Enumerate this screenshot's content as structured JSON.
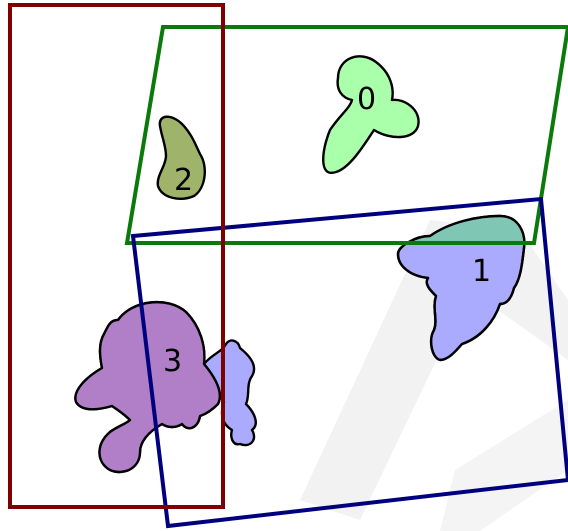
{
  "labels": {
    "shape_0": "0",
    "shape_1": "1",
    "shape_2": "2",
    "shape_3": "3"
  },
  "colors": {
    "green_box": "#0a7a0a",
    "navy_box": "#00007f",
    "maroon_box": "#7f0000",
    "shape_0_fill": "#aaffaa",
    "shape_1_fill": "#aaaaff",
    "shape_1_overlap": "#7fc6b4",
    "shape_2_fill": "#9fb46a",
    "shape_3_fill": "#ffaaaa",
    "shape_3_overlap": "#b07fc8",
    "shape_3_arm_fill": "#aaaaff",
    "watermark": "#f2f2f2"
  }
}
